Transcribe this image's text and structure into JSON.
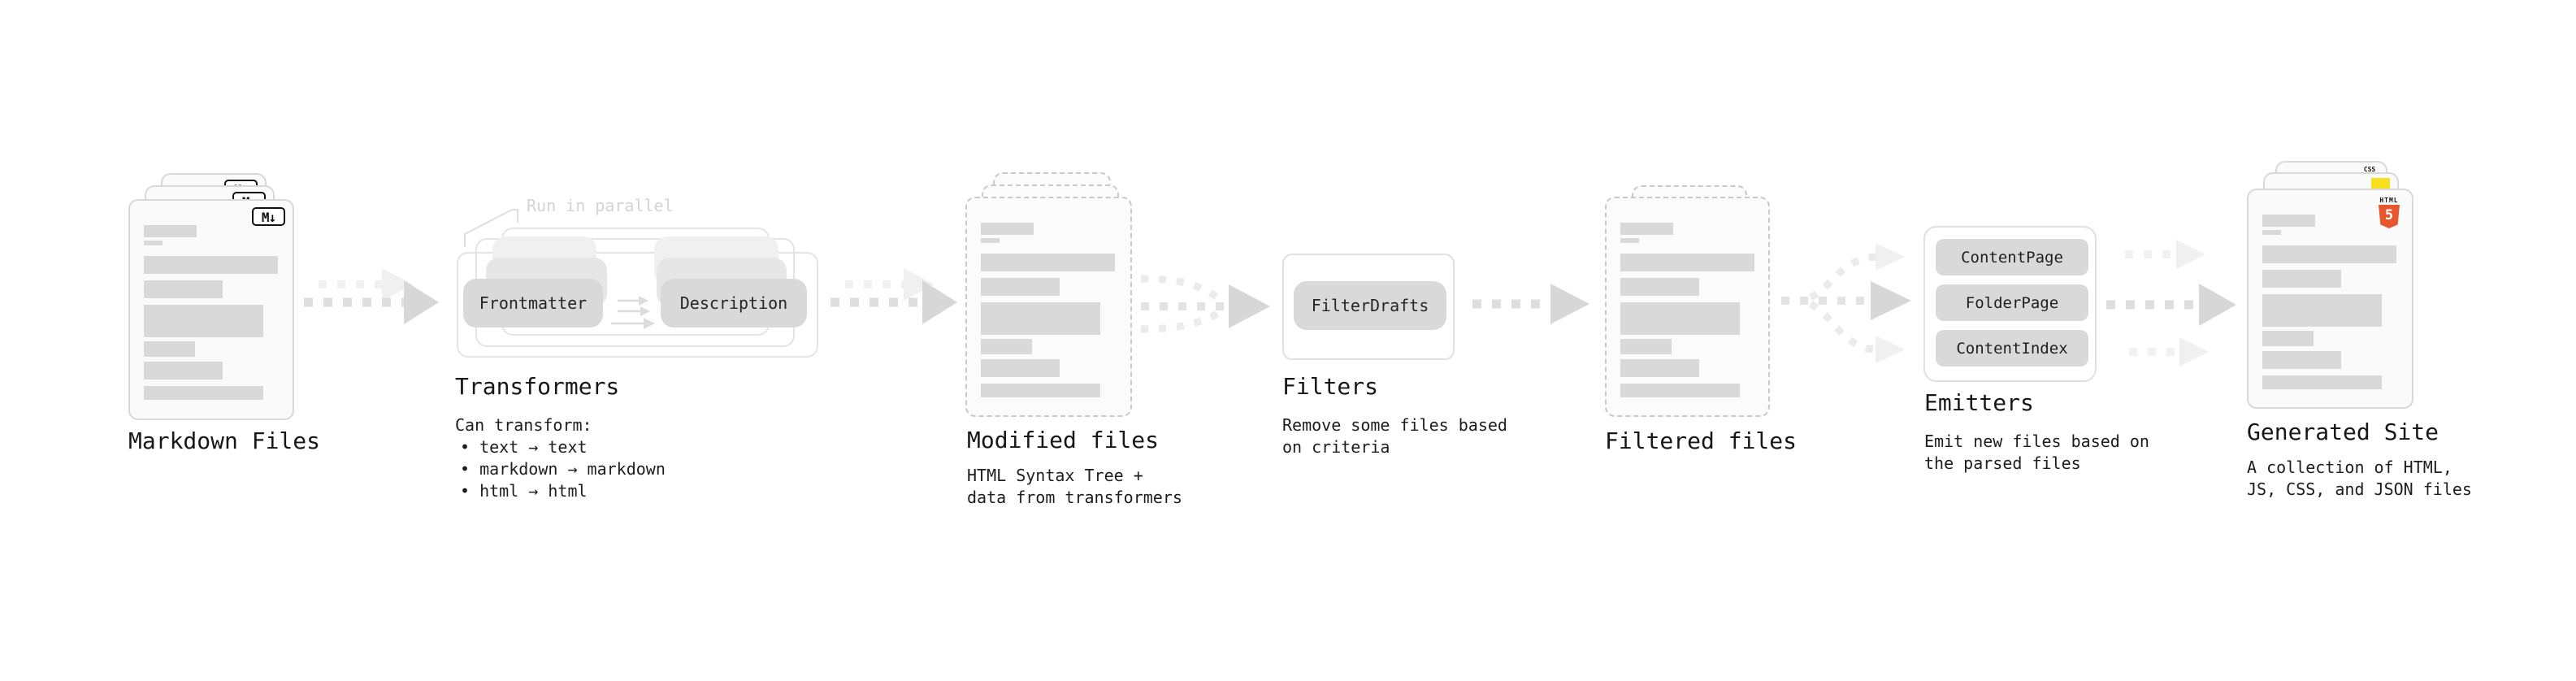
{
  "diagram": {
    "markdown": {
      "title": "Markdown Files",
      "badge": "M↓"
    },
    "transformers": {
      "note": "Run in parallel",
      "pill_left": "Frontmatter",
      "pill_right": "Description",
      "title": "Transformers",
      "desc_heading": "Can transform:",
      "bullets": [
        "• text → text",
        "• markdown → markdown",
        "• html → html"
      ]
    },
    "modified": {
      "title": "Modified files",
      "desc": "HTML Syntax Tree +\ndata from transformers"
    },
    "filters": {
      "pill": "FilterDrafts",
      "title": "Filters",
      "desc": "Remove some files based\non criteria"
    },
    "filtered": {
      "title": "Filtered files"
    },
    "emitters": {
      "pills": [
        "ContentPage",
        "FolderPage",
        "ContentIndex"
      ],
      "title": "Emitters",
      "desc": "Emit new files based on\nthe parsed files"
    },
    "generated": {
      "title": "Generated Site",
      "desc": "A collection of HTML,\nJS, CSS, and JSON files",
      "css_badge": "CSS",
      "html_badge_label": "HTML",
      "html_badge_number": "5"
    }
  },
  "colors": {
    "html5_orange": "#e8562d",
    "js_yellow": "#f7df1e",
    "css_blue": "#2b66f6"
  }
}
